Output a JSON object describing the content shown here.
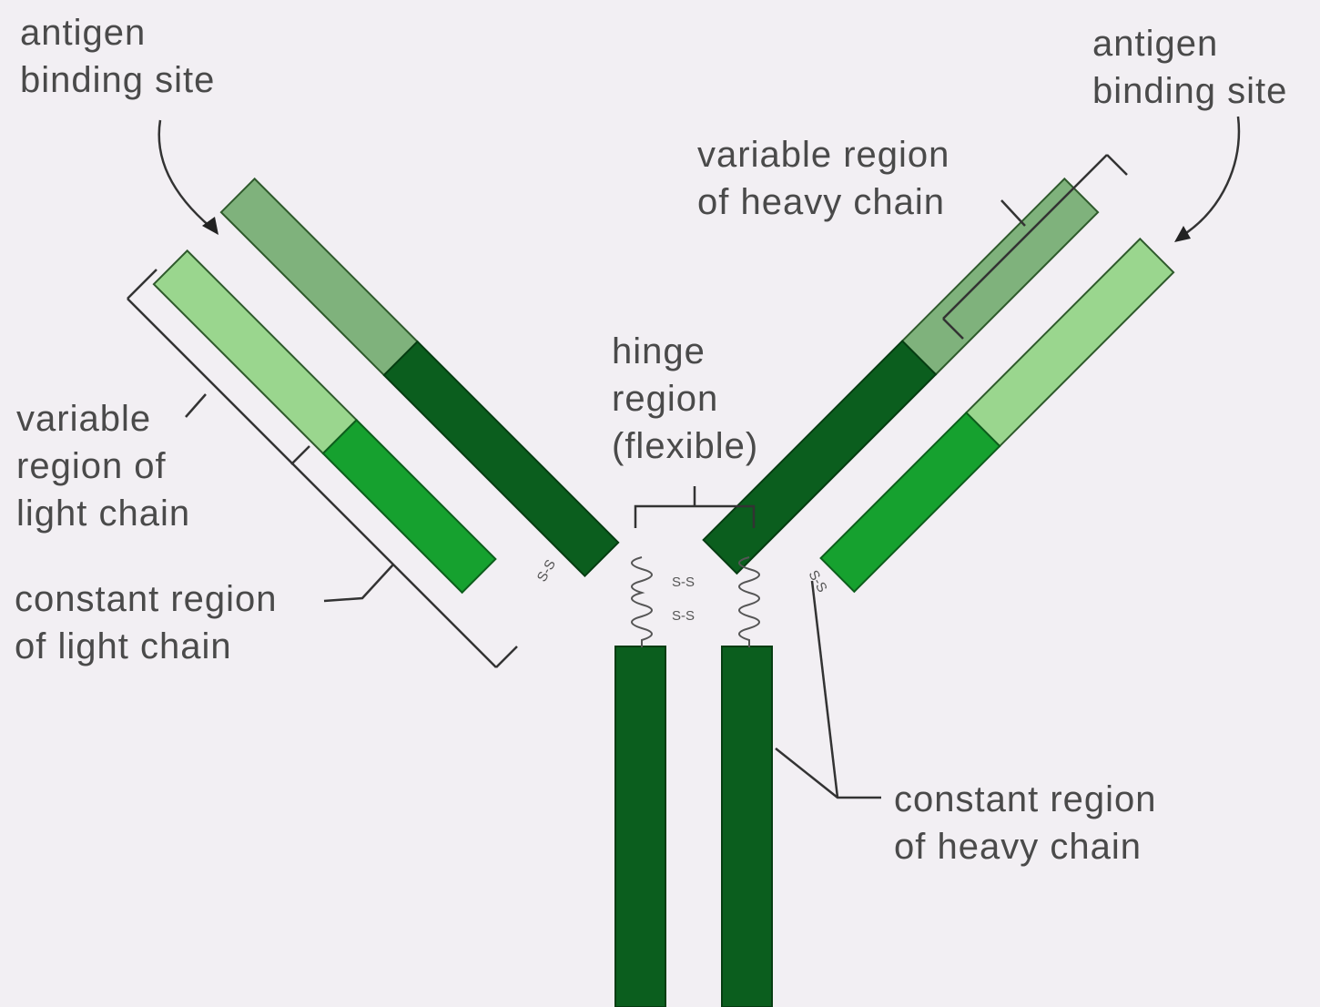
{
  "labels": {
    "antigen_binding_site_left": [
      "antigen",
      "binding site"
    ],
    "antigen_binding_site_right": [
      "antigen",
      "binding site"
    ],
    "variable_region_heavy": [
      "variable region",
      "of heavy chain"
    ],
    "hinge_region": [
      "hinge",
      "region",
      "(flexible)"
    ],
    "variable_region_light": [
      "variable",
      "region of",
      "light chain"
    ],
    "constant_region_light": [
      "constant region",
      "of light chain"
    ],
    "constant_region_heavy": [
      "constant region",
      "of heavy chain"
    ]
  },
  "disulfide_label": "S-S",
  "colors": {
    "background": "#f2eff3",
    "heavy_variable": "#7fb27c",
    "heavy_constant": "#0b5e1e",
    "light_variable": "#9ad68e",
    "light_constant": "#16a12f",
    "text": "#4a4a4a"
  }
}
